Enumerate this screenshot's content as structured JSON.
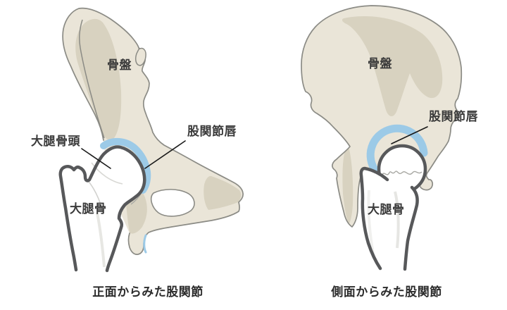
{
  "colors": {
    "background": "#FFFFFF",
    "bone_fill": "#EAE5D8",
    "bone_shade": "#D8D2C0",
    "bone_outline": "#8B8B85",
    "femur_fill": "#FFFFFF",
    "femur_outline": "#57585A",
    "labrum_blue": "#9CCAE7",
    "label_text": "#3A3A3A",
    "leader_line": "#1A1A1A"
  },
  "figures": [
    {
      "view": "front",
      "caption": "正面からみた股関節",
      "labels": {
        "pelvis": "骨盤",
        "femoral_head": "大腿骨頭",
        "labrum": "股関節唇",
        "femur": "大腿骨"
      }
    },
    {
      "view": "side",
      "caption": "側面からみた股関節",
      "labels": {
        "pelvis": "骨盤",
        "labrum": "股関節唇",
        "femur": "大腿骨"
      }
    }
  ]
}
